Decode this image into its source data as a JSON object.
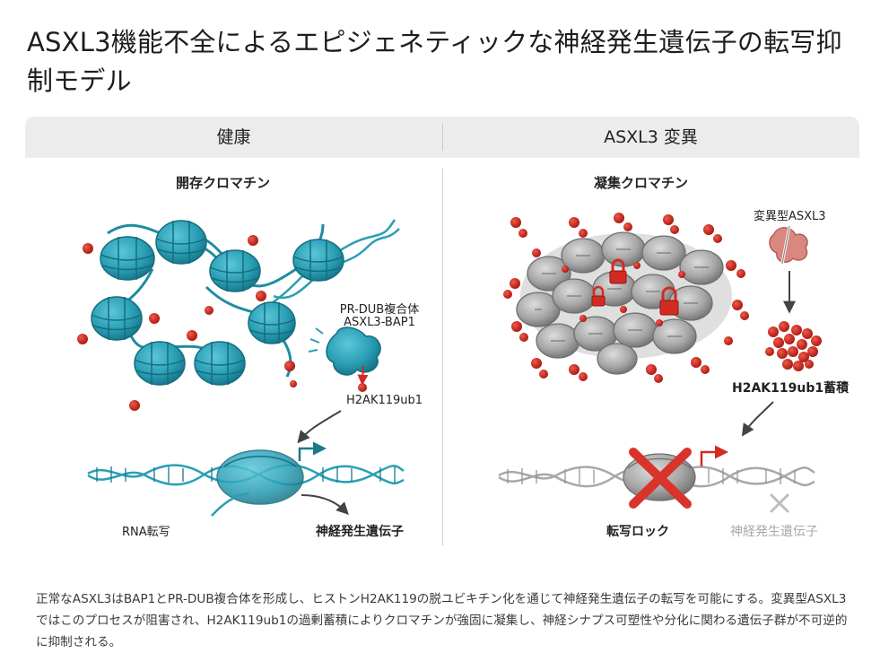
{
  "title": "ASXL3機能不全によるエピジェネティックな神経発生遺伝子の転写抑制モデル",
  "panels": {
    "left": {
      "header": "健康",
      "chromatin_label": "開存クロマチン",
      "complex_label_1": "PR-DUB複合体",
      "complex_label_2": "ASXL3-BAP1",
      "mark_label": "H2AK119ub1",
      "rna_label": "RNA転写",
      "gene_label": "神経発生遺伝子"
    },
    "right": {
      "header": "ASXL3 変異",
      "chromatin_label": "凝集クロマチン",
      "mutant_label": "変異型ASXL3",
      "accumulation_label": "H2AK119ub1蓄積",
      "lock_label": "転写ロック",
      "gene_label": "神経発生遺伝子"
    }
  },
  "caption": "正常なASXL3はBAP1とPR-DUB複合体を形成し、ヒストンH2AK119の脱ユビキチン化を通じて神経発生遺伝子の転写を可能にする。変異型ASXL3ではこのプロセスが阻害され、H2AK119ub1の過剰蓄積によりクロマチンが強固に凝集し、神経シナプス可塑性や分化に関わる遺伝子群が不可逆的に抑制される。",
  "colors": {
    "teal": "#2a9fb5",
    "teal_dark": "#187a8c",
    "red": "#d32a22",
    "grey_histone": "#9a9a9a",
    "cross": "#d8342c"
  }
}
